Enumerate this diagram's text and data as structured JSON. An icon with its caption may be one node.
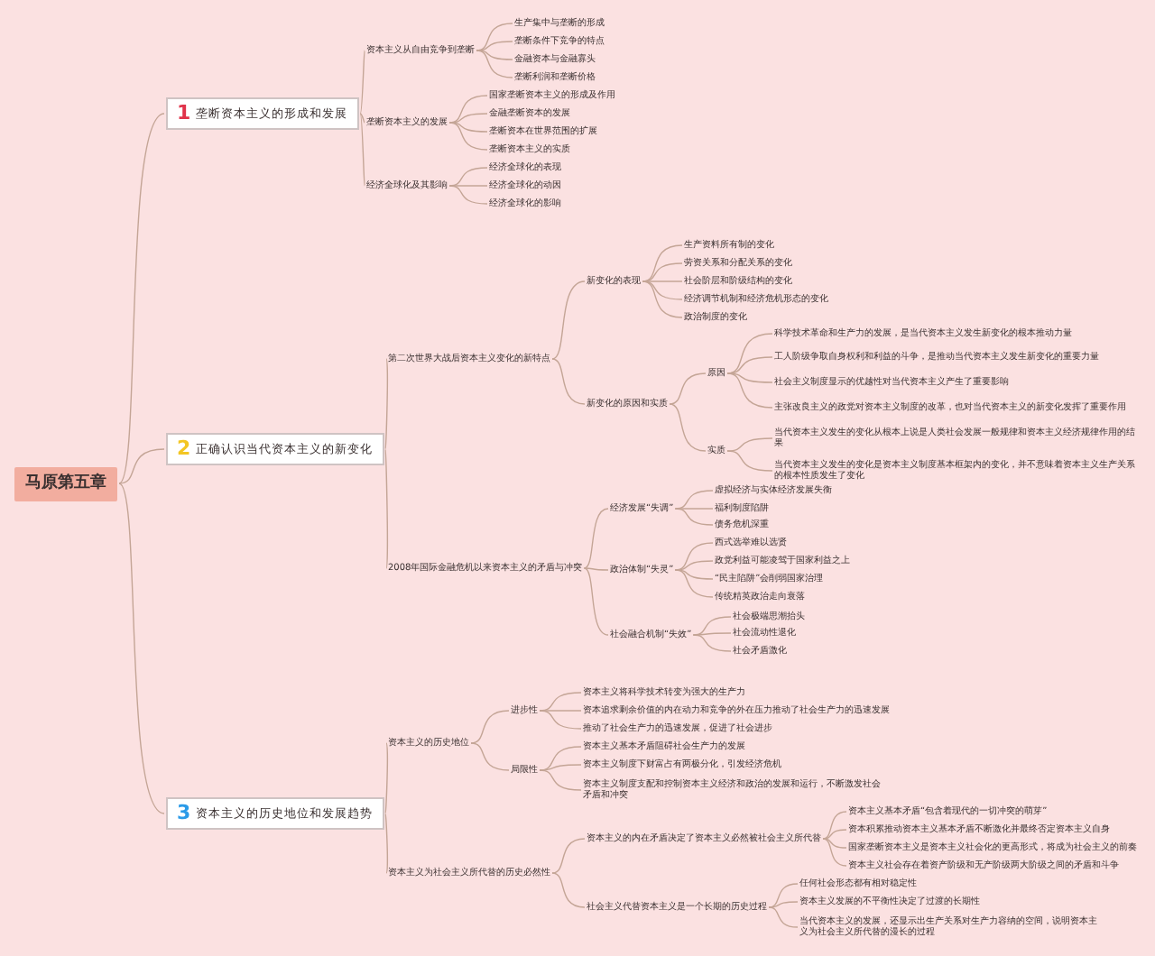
{
  "diagram": {
    "nodes": [
      {
        "text": [
          "马原第五章"
        ]
      },
      {
        "text": [
          "1",
          "垄断资本主义的形成和发展"
        ]
      },
      {
        "text": [
          "资本主义从自由竞争到垄断"
        ]
      },
      {
        "text": [
          "生产集中与垄断的形成"
        ]
      },
      {
        "text": [
          "垄断条件下竞争的特点"
        ]
      },
      {
        "text": [
          "金融资本与金融寡头"
        ]
      },
      {
        "text": [
          "垄断利润和垄断价格"
        ]
      },
      {
        "text": [
          "垄断资本主义的发展"
        ]
      },
      {
        "text": [
          "国家垄断资本主义的形成及作用"
        ]
      },
      {
        "text": [
          "金融垄断资本的发展"
        ]
      },
      {
        "text": [
          "垄断资本在世界范围的扩展"
        ]
      },
      {
        "text": [
          "垄断资本主义的实质"
        ]
      },
      {
        "text": [
          "经济全球化及其影响"
        ]
      },
      {
        "text": [
          "经济全球化的表现"
        ]
      },
      {
        "text": [
          "经济全球化的动因"
        ]
      },
      {
        "text": [
          "经济全球化的影响"
        ]
      },
      {
        "text": [
          "2",
          "正确认识当代资本主义的新变化"
        ]
      },
      {
        "text": [
          "第二次世界大战后资本主义变化的新特点"
        ]
      },
      {
        "text": [
          "新变化的表现"
        ]
      },
      {
        "text": [
          "生产资料所有制的变化"
        ]
      },
      {
        "text": [
          "劳资关系和分配关系的变化"
        ]
      },
      {
        "text": [
          "社会阶层和阶级结构的变化"
        ]
      },
      {
        "text": [
          "经济调节机制和经济危机形态的变化"
        ]
      },
      {
        "text": [
          "政治制度的变化"
        ]
      },
      {
        "text": [
          "新变化的原因和实质"
        ]
      },
      {
        "text": [
          "原因"
        ]
      },
      {
        "text": [
          "科学技术革命和生产力的发展，是当代资本主义发生新变化的根本推动力量"
        ]
      },
      {
        "text": [
          "工人阶级争取自身权利和利益的斗争，是推动当代资本主义发生新变化的重要力量"
        ]
      },
      {
        "text": [
          "社会主义制度显示的优越性对当代资本主义产生了重要影响"
        ]
      },
      {
        "text": [
          "主张改良主义的政党对资本主义制度的改革，也对当代资本主义的新变化发挥了重要作用"
        ]
      },
      {
        "text": [
          "实质"
        ]
      },
      {
        "text": [
          "当代资本主义发生的变化从根本上说是人类社会发展一般规律和资本主义经济规律作用的结果"
        ]
      },
      {
        "text": [
          "当代资本主义发生的变化是资本主义制度基本框架内的变化，并不意味着资本主义生产关系的根本性质发生了变化"
        ]
      },
      {
        "text": [
          "2008年国际金融危机以来资本主义的矛盾与冲突"
        ]
      },
      {
        "text": [
          "经济发展“失调”"
        ]
      },
      {
        "text": [
          "虚拟经济与实体经济发展失衡"
        ]
      },
      {
        "text": [
          "福利制度陷阱"
        ]
      },
      {
        "text": [
          "债务危机深重"
        ]
      },
      {
        "text": [
          "政治体制“失灵”"
        ]
      },
      {
        "text": [
          "西式选举难以选贤"
        ]
      },
      {
        "text": [
          "政党利益可能凌驾于国家利益之上"
        ]
      },
      {
        "text": [
          "“民主陷阱”会削弱国家治理"
        ]
      },
      {
        "text": [
          "传统精英政治走向衰落"
        ]
      },
      {
        "text": [
          "社会融合机制“失效”"
        ]
      },
      {
        "text": [
          "社会极端思潮抬头"
        ]
      },
      {
        "text": [
          "社会流动性退化"
        ]
      },
      {
        "text": [
          "社会矛盾激化"
        ]
      },
      {
        "text": [
          "3",
          "资本主义的历史地位和发展趋势"
        ]
      },
      {
        "text": [
          "资本主义的历史地位"
        ]
      },
      {
        "text": [
          "进步性"
        ]
      },
      {
        "text": [
          "资本主义将科学技术转变为强大的生产力"
        ]
      },
      {
        "text": [
          "资本追求剩余价值的内在动力和竞争的外在压力推动了社会生产力的迅速发展"
        ]
      },
      {
        "text": [
          "推动了社会生产力的迅速发展，促进了社会进步"
        ]
      },
      {
        "text": [
          "局限性"
        ]
      },
      {
        "text": [
          "资本主义基本矛盾阻碍社会生产力的发展"
        ]
      },
      {
        "text": [
          "资本主义制度下财富占有两极分化，引发经济危机"
        ]
      },
      {
        "text": [
          "资本主义制度支配和控制资本主义经济和政治的发展和运行，不断激发社会矛盾和冲突"
        ]
      },
      {
        "text": [
          "资本主义为社会主义所代替的历史必然性"
        ]
      },
      {
        "text": [
          "资本主义的内在矛盾决定了资本主义必然被社会主义所代替"
        ]
      },
      {
        "text": [
          "资本主义基本矛盾“包含着现代的一切冲突的萌芽”"
        ]
      },
      {
        "text": [
          "资本积累推动资本主义基本矛盾不断激化并最终否定资本主义自身"
        ]
      },
      {
        "text": [
          "国家垄断资本主义是资本主义社会化的更高形式，将成为社会主义的前奏"
        ]
      },
      {
        "text": [
          "资本主义社会存在着资产阶级和无产阶级两大阶级之间的矛盾和斗争"
        ]
      },
      {
        "text": [
          "社会主义代替资本主义是一个长期的历史过程"
        ]
      },
      {
        "text": [
          "任何社会形态都有相对稳定性"
        ]
      },
      {
        "text": [
          "资本主义发展的不平衡性决定了过渡的长期性"
        ]
      },
      {
        "text": [
          "当代资本主义的发展，还显示出生产关系对生产力容纳的空间，说明资本主义为社会主义所代替的漫长的过程"
        ]
      }
    ],
    "edges": [
      {
        "from": 0,
        "to": 1,
        "arrow": "none"
      },
      {
        "from": 1,
        "to": 2,
        "arrow": "none"
      },
      {
        "from": 2,
        "to": 3,
        "arrow": "none"
      },
      {
        "from": 2,
        "to": 4,
        "arrow": "none"
      },
      {
        "from": 2,
        "to": 5,
        "arrow": "none"
      },
      {
        "from": 2,
        "to": 6,
        "arrow": "none"
      },
      {
        "from": 1,
        "to": 7,
        "arrow": "none"
      },
      {
        "from": 7,
        "to": 8,
        "arrow": "none"
      },
      {
        "from": 7,
        "to": 9,
        "arrow": "none"
      },
      {
        "from": 7,
        "to": 10,
        "arrow": "none"
      },
      {
        "from": 7,
        "to": 11,
        "arrow": "none"
      },
      {
        "from": 1,
        "to": 12,
        "arrow": "none"
      },
      {
        "from": 12,
        "to": 13,
        "arrow": "none"
      },
      {
        "from": 12,
        "to": 14,
        "arrow": "none"
      },
      {
        "from": 12,
        "to": 15,
        "arrow": "none"
      },
      {
        "from": 0,
        "to": 16,
        "arrow": "none"
      },
      {
        "from": 16,
        "to": 17,
        "arrow": "none"
      },
      {
        "from": 17,
        "to": 18,
        "arrow": "none"
      },
      {
        "from": 18,
        "to": 19,
        "arrow": "none"
      },
      {
        "from": 18,
        "to": 20,
        "arrow": "none"
      },
      {
        "from": 18,
        "to": 21,
        "arrow": "none"
      },
      {
        "from": 18,
        "to": 22,
        "arrow": "none"
      },
      {
        "from": 18,
        "to": 23,
        "arrow": "none"
      },
      {
        "from": 17,
        "to": 24,
        "arrow": "none"
      },
      {
        "from": 24,
        "to": 25,
        "arrow": "none"
      },
      {
        "from": 25,
        "to": 26,
        "arrow": "none"
      },
      {
        "from": 25,
        "to": 27,
        "arrow": "none"
      },
      {
        "from": 25,
        "to": 28,
        "arrow": "none"
      },
      {
        "from": 25,
        "to": 29,
        "arrow": "none"
      },
      {
        "from": 24,
        "to": 30,
        "arrow": "none"
      },
      {
        "from": 30,
        "to": 31,
        "arrow": "none"
      },
      {
        "from": 30,
        "to": 32,
        "arrow": "none"
      },
      {
        "from": 16,
        "to": 33,
        "arrow": "none"
      },
      {
        "from": 33,
        "to": 34,
        "arrow": "none"
      },
      {
        "from": 34,
        "to": 35,
        "arrow": "none"
      },
      {
        "from": 34,
        "to": 36,
        "arrow": "none"
      },
      {
        "from": 34,
        "to": 37,
        "arrow": "none"
      },
      {
        "from": 33,
        "to": 38,
        "arrow": "none"
      },
      {
        "from": 38,
        "to": 39,
        "arrow": "none"
      },
      {
        "from": 38,
        "to": 40,
        "arrow": "none"
      },
      {
        "from": 38,
        "to": 41,
        "arrow": "none"
      },
      {
        "from": 38,
        "to": 42,
        "arrow": "none"
      },
      {
        "from": 33,
        "to": 43,
        "arrow": "none"
      },
      {
        "from": 43,
        "to": 44,
        "arrow": "none"
      },
      {
        "from": 43,
        "to": 45,
        "arrow": "none"
      },
      {
        "from": 43,
        "to": 46,
        "arrow": "none"
      },
      {
        "from": 0,
        "to": 47,
        "arrow": "none"
      },
      {
        "from": 47,
        "to": 48,
        "arrow": "none"
      },
      {
        "from": 48,
        "to": 49,
        "arrow": "none"
      },
      {
        "from": 49,
        "to": 50,
        "arrow": "none"
      },
      {
        "from": 49,
        "to": 51,
        "arrow": "none"
      },
      {
        "from": 49,
        "to": 52,
        "arrow": "none"
      },
      {
        "from": 48,
        "to": 53,
        "arrow": "none"
      },
      {
        "from": 53,
        "to": 54,
        "arrow": "none"
      },
      {
        "from": 53,
        "to": 55,
        "arrow": "none"
      },
      {
        "from": 53,
        "to": 56,
        "arrow": "none"
      },
      {
        "from": 47,
        "to": 57,
        "arrow": "none"
      },
      {
        "from": 57,
        "to": 58,
        "arrow": "none"
      },
      {
        "from": 58,
        "to": 59,
        "arrow": "none"
      },
      {
        "from": 58,
        "to": 60,
        "arrow": "none"
      },
      {
        "from": 58,
        "to": 61,
        "arrow": "none"
      },
      {
        "from": 58,
        "to": 62,
        "arrow": "none"
      },
      {
        "from": 57,
        "to": 63,
        "arrow": "none"
      },
      {
        "from": 63,
        "to": 64,
        "arrow": "none"
      },
      {
        "from": 63,
        "to": 65,
        "arrow": "none"
      },
      {
        "from": 63,
        "to": 66,
        "arrow": "none"
      }
    ]
  }
}
